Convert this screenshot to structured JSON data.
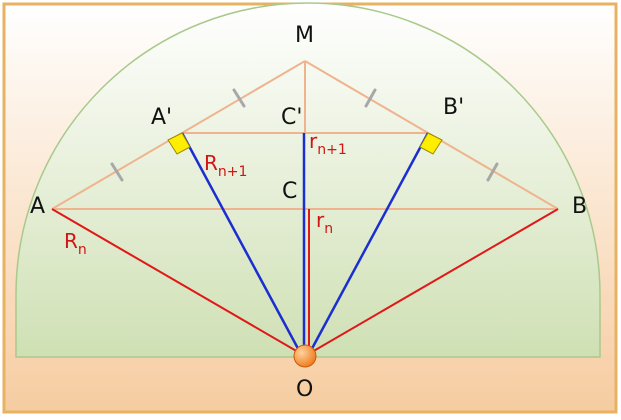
{
  "points": {
    "M": "M",
    "A_prime": "A'",
    "C_prime": "C'",
    "B_prime": "B'",
    "C": "C",
    "A": "A",
    "B": "B",
    "O": "O"
  },
  "labels": {
    "R_n": {
      "base": "R",
      "sub": "n"
    },
    "R_n1": {
      "base": "R",
      "sub": "n+1"
    },
    "r_n": {
      "base": "r",
      "sub": "n"
    },
    "r_n1": {
      "base": "r",
      "sub": "n+1"
    }
  },
  "colors": {
    "frame": "#e7b262",
    "background_top": "#ffffff",
    "background_bottom": "#f6cca0",
    "dome_top": "#ffffff",
    "dome_bottom": "#cfe0b4",
    "dome_edge": "#a9c98c",
    "orange_line": "#efb48e",
    "red_line": "#e01818",
    "blue_line": "#1b2fd0",
    "right_angle_fill": "#ffee00",
    "tick": "#a8a8a8",
    "origin_fill": "#f07a1a"
  }
}
